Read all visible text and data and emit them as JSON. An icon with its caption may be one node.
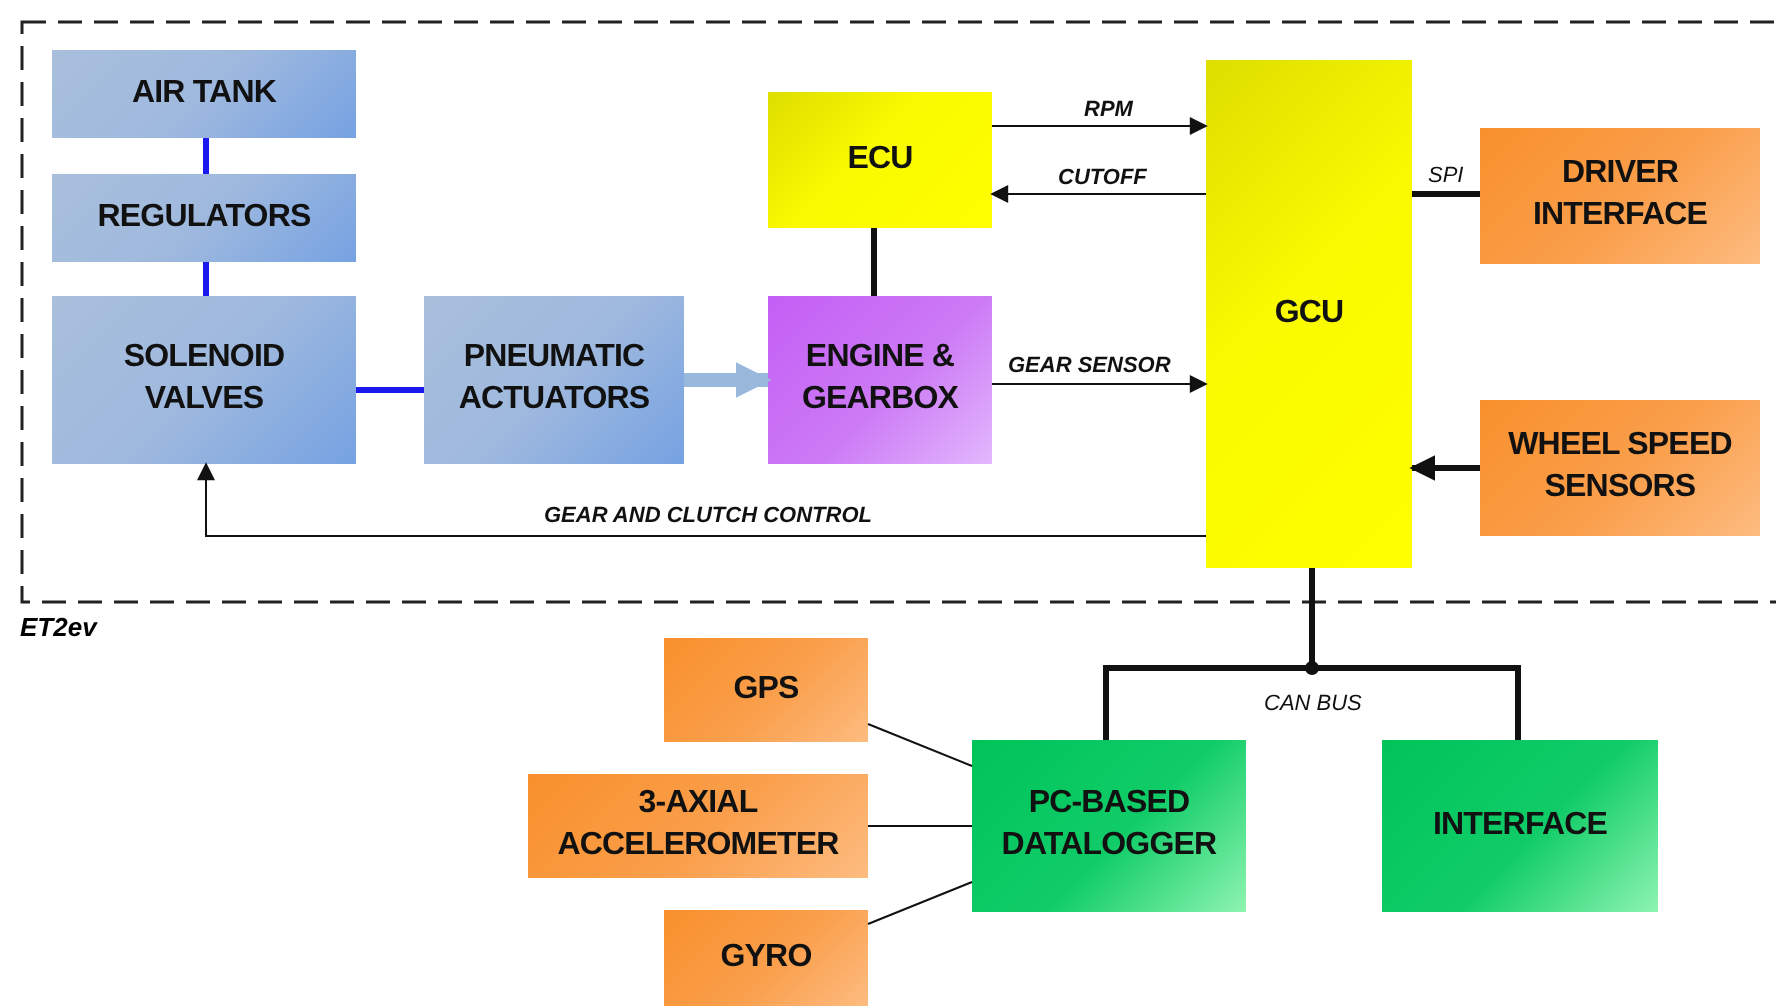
{
  "diagram": {
    "nodes": [
      {
        "text": [
          "ET2ev"
        ]
      },
      {
        "text": [
          "AIR TANK"
        ],
        "in": 0
      },
      {
        "text": [
          "REGULATORS"
        ],
        "in": 0
      },
      {
        "text": [
          "SOLENOID VALVES"
        ],
        "in": 0
      },
      {
        "text": [
          "PNEUMATIC ACTUATORS"
        ],
        "in": 0
      },
      {
        "text": [
          "ECU"
        ],
        "in": 0
      },
      {
        "text": [
          "ENGINE & GEARBOX"
        ],
        "in": 0
      },
      {
        "text": [
          "GCU"
        ],
        "in": 0
      },
      {
        "text": [
          "DRIVER INTERFACE"
        ],
        "in": 0
      },
      {
        "text": [
          "WHEEL SPEED SENSORS"
        ],
        "in": 0
      },
      {
        "text": [
          "GPS"
        ]
      },
      {
        "text": [
          "3-AXIAL ACCELEROMETER"
        ]
      },
      {
        "text": [
          "GYRO"
        ]
      },
      {
        "text": [
          "PC-BASED DATALOGGER"
        ]
      },
      {
        "text": [
          "INTERFACE"
        ]
      }
    ],
    "edges": [
      {
        "from": 1,
        "to": 2,
        "arrow": "none",
        "color": "#1a1aee"
      },
      {
        "from": 2,
        "to": 3,
        "arrow": "none",
        "color": "#1a1aee"
      },
      {
        "from": 3,
        "to": 4,
        "arrow": "none",
        "color": "#1a1aee"
      },
      {
        "from": 4,
        "to": 6,
        "arrow": "to",
        "style": "thick",
        "color": "#9ab8dc"
      },
      {
        "from": 5,
        "to": 7,
        "arrow": "to",
        "label": "RPM"
      },
      {
        "from": 7,
        "to": 5,
        "arrow": "to",
        "label": "CUTOFF"
      },
      {
        "from": 5,
        "to": 6,
        "arrow": "none"
      },
      {
        "from": 6,
        "to": 7,
        "arrow": "to",
        "label": "GEAR SENSOR"
      },
      {
        "from": 7,
        "to": 3,
        "arrow": "to",
        "label": "GEAR AND CLUTCH CONTROL"
      },
      {
        "from": 7,
        "to": 8,
        "arrow": "none",
        "label": "SPI"
      },
      {
        "from": 9,
        "to": 7,
        "arrow": "to"
      },
      {
        "from": 7,
        "to": 13,
        "arrow": "none",
        "label": "CAN BUS"
      },
      {
        "from": 7,
        "to": 14,
        "arrow": "none"
      },
      {
        "from": 10,
        "to": 13,
        "arrow": "none"
      },
      {
        "from": 11,
        "to": 13,
        "arrow": "none"
      },
      {
        "from": 12,
        "to": 13,
        "arrow": "none"
      }
    ]
  }
}
